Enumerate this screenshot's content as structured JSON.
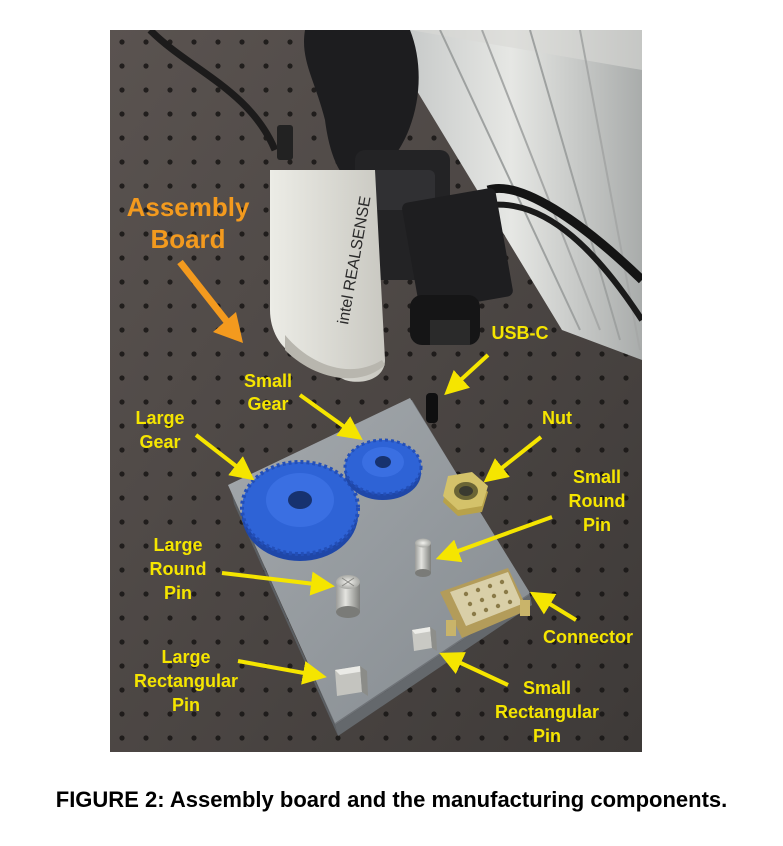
{
  "figure": {
    "caption": "FIGURE 2:  Assembly board and the manufacturing components.",
    "colors": {
      "label": "#f5e500",
      "title_label": "#f39a1e",
      "parts_blue": "#2e63d6",
      "board": "#8f959a",
      "table": "#4a4542"
    },
    "labels": {
      "assembly_board_line1": "Assembly",
      "assembly_board_line2": "Board",
      "usb_c": "USB-C",
      "small_gear_line1": "Small",
      "small_gear_line2": "Gear",
      "large_gear_line1": "Large",
      "large_gear_line2": "Gear",
      "nut": "Nut",
      "small_round_pin_line1": "Small",
      "small_round_pin_line2": "Round",
      "small_round_pin_line3": "Pin",
      "large_round_pin_line1": "Large",
      "large_round_pin_line2": "Round",
      "large_round_pin_line3": "Pin",
      "connector": "Connector",
      "large_rect_pin_line1": "Large",
      "large_rect_pin_line2": "Rectangular",
      "large_rect_pin_line3": "Pin",
      "small_rect_pin_line1": "Small",
      "small_rect_pin_line2": "Rectangular",
      "small_rect_pin_line3": "Pin"
    },
    "camera_text": "intel REALSENSE"
  }
}
